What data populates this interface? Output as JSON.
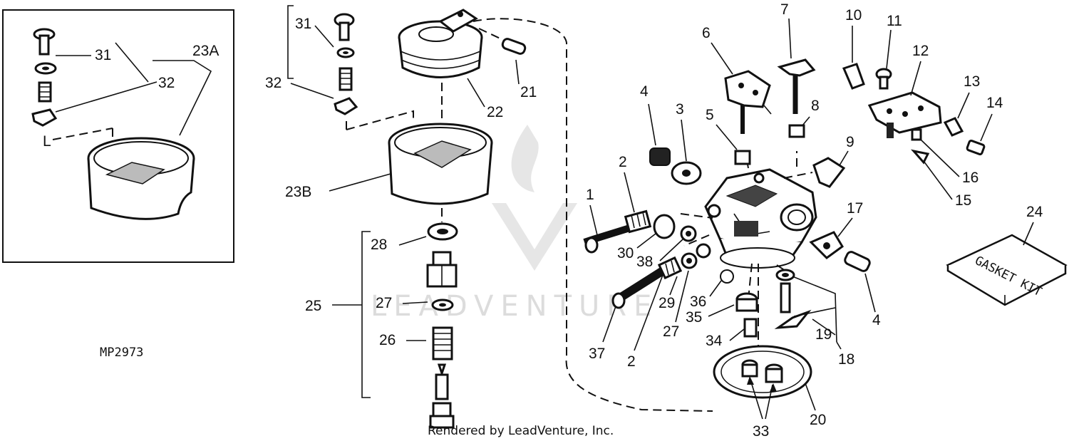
{
  "diagram": {
    "figure_code": "MP2973",
    "footer": "Rendered by LeadVenture, Inc.",
    "watermark": "LEADVENTURE",
    "callouts": {
      "inset_31": "31",
      "inset_32": "32",
      "inset_23a": "23A",
      "inset_L": "L",
      "c31": "31",
      "c32": "32",
      "c21": "21",
      "c22": "22",
      "c23b": "23B",
      "c25": "25",
      "c28": "28",
      "c27a": "27",
      "c26": "26",
      "c1": "1",
      "c2a": "2",
      "c3": "3",
      "c4a": "4",
      "c5": "5",
      "c6": "6",
      "c7": "7",
      "c8": "8",
      "c9": "9",
      "c10": "10",
      "c11": "11",
      "c12": "12",
      "c13": "13",
      "c14": "14",
      "c15": "15",
      "c16": "16",
      "c17": "17",
      "c4b": "4",
      "c18": "18",
      "c19": "19",
      "c20": "20",
      "c24": "24",
      "c30": "30",
      "c38": "38",
      "c29": "29",
      "c36": "36",
      "c35": "35",
      "c27b": "27",
      "c34": "34",
      "c37": "37",
      "c2b": "2",
      "c33": "33",
      "gasket_kit": "GASKET KIT"
    }
  }
}
